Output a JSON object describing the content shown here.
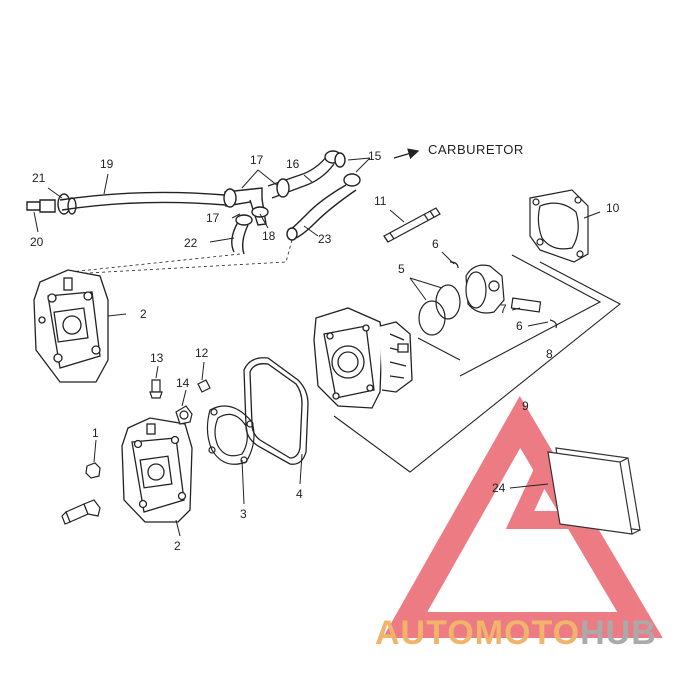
{
  "destination_label": "CARBURETOR",
  "callouts": {
    "c1": "1",
    "c2a": "2",
    "c2b": "2",
    "c3": "3",
    "c4": "4",
    "c5": "5",
    "c6a": "6",
    "c6b": "6",
    "c7": "7",
    "c8": "8",
    "c9": "9",
    "c10": "10",
    "c11": "11",
    "c12": "12",
    "c13": "13",
    "c14": "14",
    "c15": "15",
    "c16": "16",
    "c17a": "17",
    "c17b": "17",
    "c18": "18",
    "c19": "19",
    "c20": "20",
    "c21": "21",
    "c22": "22",
    "c23": "23",
    "c24": "24"
  },
  "watermark": {
    "part1": "AUTO",
    "part2": "MOTO",
    "part3": "HUB",
    "color_orange": "#f2b36a",
    "color_gray": "#aaaaaa",
    "logo_color": "#e8505b"
  }
}
